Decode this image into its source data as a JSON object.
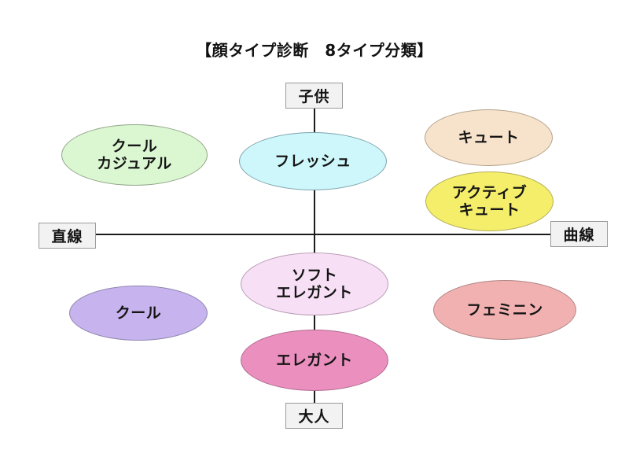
{
  "title": "【顔タイプ診断　8タイプ分類】",
  "axes": {
    "top_label": "子供",
    "bottom_label": "大人",
    "left_label": "直線",
    "right_label": "曲線"
  },
  "colors": {
    "background": "#ffffff",
    "axis_line": "#1c1c1c",
    "axis_label_fill": "#f2f2f2",
    "axis_label_border": "#9a9a9a",
    "cool_casual": "#dbf7d2",
    "fresh": "#cdf7fa",
    "cute": "#f7e3cb",
    "active_cute": "#f4ee6a",
    "cool": "#c7b4ef",
    "soft_elegant": "#f7dff5",
    "elegant": "#ea8fbe",
    "feminine": "#f2b1b1"
  },
  "nodes": [
    {
      "id": "cool-casual",
      "label": "クール\nカジュアル",
      "quadrant": "upper-left"
    },
    {
      "id": "fresh",
      "label": "フレッシュ",
      "quadrant": "upper-center"
    },
    {
      "id": "cute",
      "label": "キュート",
      "quadrant": "upper-right"
    },
    {
      "id": "active-cute",
      "label": "アクティブ\nキュート",
      "quadrant": "upper-right"
    },
    {
      "id": "cool",
      "label": "クール",
      "quadrant": "lower-left"
    },
    {
      "id": "soft-elegant",
      "label": "ソフト\nエレガント",
      "quadrant": "lower-center"
    },
    {
      "id": "elegant",
      "label": "エレガント",
      "quadrant": "lower-center"
    },
    {
      "id": "feminine",
      "label": "フェミニン",
      "quadrant": "lower-right"
    }
  ]
}
